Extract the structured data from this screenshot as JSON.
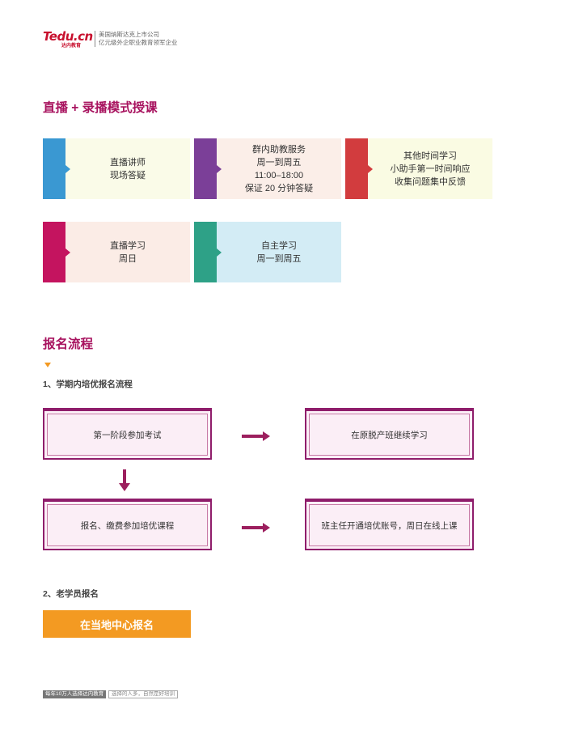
{
  "header": {
    "logo": "Tedu.cn",
    "logo_sub": "达内教育",
    "line1": "美国纳斯达克上市公司",
    "line2": "亿元级外企职业教育领军企业"
  },
  "section1": {
    "title": "直播 + 录播模式授课",
    "cards": [
      {
        "lines": [
          "直播讲师",
          "现场答疑"
        ],
        "bar_color": "#3a98d2",
        "bg": "#fafbe8"
      },
      {
        "lines": [
          "群内助教服务",
          "周一到周五",
          "11:00–18:00",
          "保证 20 分钟答疑"
        ],
        "bar_color": "#7b3f98",
        "bg": "#fbeee8"
      },
      {
        "lines": [
          "其他时间学习",
          "小助手第一时间响应",
          "收集问题集中反馈"
        ],
        "bar_color": "#d23c3e",
        "bg": "#fafbe3"
      },
      {
        "lines": [
          "直播学习",
          "周日"
        ],
        "bar_color": "#c4145f",
        "bg": "#fbece6"
      },
      {
        "lines": [
          "自主学习",
          "周一到周五"
        ],
        "bar_color": "#2ea187",
        "bg": "#d3ecf5"
      }
    ]
  },
  "section2": {
    "title": "报名流程",
    "sub1": "1、学期内培优报名流程",
    "flow": {
      "box1": "第一阶段参加考试",
      "box2": "在原脱产班继续学习",
      "box3": "报名、缴费参加培优课程",
      "box4": "班主任开通培优账号，周日在线上课"
    },
    "sub2": "2、老学员报名",
    "button": "在当地中心报名"
  },
  "footer": {
    "tag": "每年10万人选择达内教育",
    "slogan": "选择的人多，自然是好培训"
  },
  "colors": {
    "accent": "#a8135f",
    "orange": "#f39a22",
    "flow_border": "#8f1d6b"
  }
}
